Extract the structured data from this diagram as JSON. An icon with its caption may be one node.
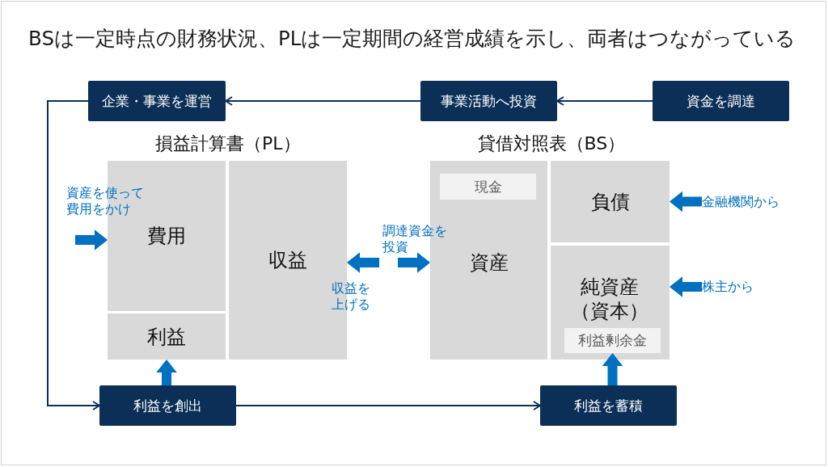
{
  "diagram": {
    "title": "BSは一定時点の財務状況、PLは一定期間の経営成績を示し、両者はつながっている",
    "nodes": [
      {
        "text": [
          "企業・事業を運営"
        ]
      },
      {
        "text": [
          "事業活動へ投資"
        ]
      },
      {
        "text": [
          "資金を調達"
        ]
      },
      {
        "text": [
          "費用"
        ]
      },
      {
        "text": [
          "利益"
        ]
      },
      {
        "text": [
          "収益"
        ]
      },
      {
        "text": [
          "資産"
        ]
      },
      {
        "text": [
          "現金"
        ],
        "in": 6
      },
      {
        "text": [
          "負債"
        ]
      },
      {
        "text": [
          "純資産（資本）"
        ]
      },
      {
        "text": [
          "利益剰余金"
        ],
        "in": 9
      },
      {
        "text": [
          "金融機関から"
        ]
      },
      {
        "text": [
          "株主から"
        ]
      },
      {
        "text": [
          "利益を創出"
        ]
      },
      {
        "text": [
          "利益を蓄積"
        ]
      }
    ],
    "edges": [
      {
        "from": 2,
        "to": 1,
        "arrow": "to",
        "color": "#0b2f56"
      },
      {
        "from": 1,
        "to": 0,
        "arrow": "to",
        "color": "#0b2f56"
      },
      {
        "from": 0,
        "to": 13,
        "arrow": "to",
        "color": "#0b2f56"
      },
      {
        "from": 13,
        "to": 14,
        "arrow": "to",
        "color": "#0b2f56"
      },
      {
        "from": null,
        "to": 3,
        "arrow": "to",
        "label": "資産を使って費用をかけ"
      },
      {
        "from": null,
        "to": 5,
        "arrow": "to",
        "label": "収益を上げる"
      },
      {
        "from": null,
        "to": 6,
        "arrow": "to",
        "label": "調達資金を投資"
      },
      {
        "from": 11,
        "to": 8,
        "arrow": "to"
      },
      {
        "from": 12,
        "to": 9,
        "arrow": "to"
      },
      {
        "from": 13,
        "to": 4,
        "arrow": "to"
      },
      {
        "from": 14,
        "to": 10,
        "arrow": "to"
      }
    ],
    "labels": [
      "損益計算書（PL）",
      "貸借対照表（BS）"
    ]
  }
}
